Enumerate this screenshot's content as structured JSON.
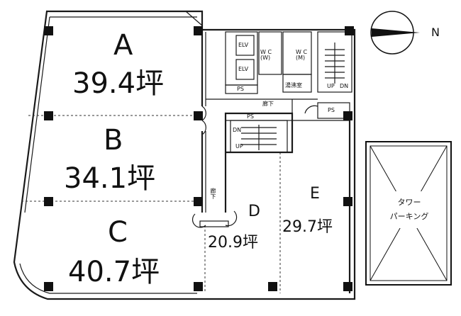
{
  "units": [
    {
      "letter": "A",
      "area": "39.4坪"
    },
    {
      "letter": "B",
      "area": "34.1坪"
    },
    {
      "letter": "C",
      "area": "40.7坪"
    },
    {
      "letter": "D",
      "area": "20.9坪"
    },
    {
      "letter": "E",
      "area": "29.7坪"
    }
  ],
  "compass": {
    "label": "N"
  },
  "tower_parking": {
    "line1": "タワー",
    "line2": "パーキング"
  },
  "rooms": {
    "elv1": "ELV",
    "elv2": "ELV",
    "wc_w": "W C (W)",
    "wc_m": "W C (M)",
    "cleaning": "湯沸室",
    "ps1": "PS",
    "ps2": "PS",
    "ps3": "PS",
    "up1": "UP",
    "dn1": "DN",
    "up2": "UP",
    "dn2": "DN",
    "corridor1": "廊下",
    "corridor2": "廊下"
  },
  "colors": {
    "wall": "#1a1a1a",
    "column": "#111111",
    "background": "#ffffff"
  }
}
